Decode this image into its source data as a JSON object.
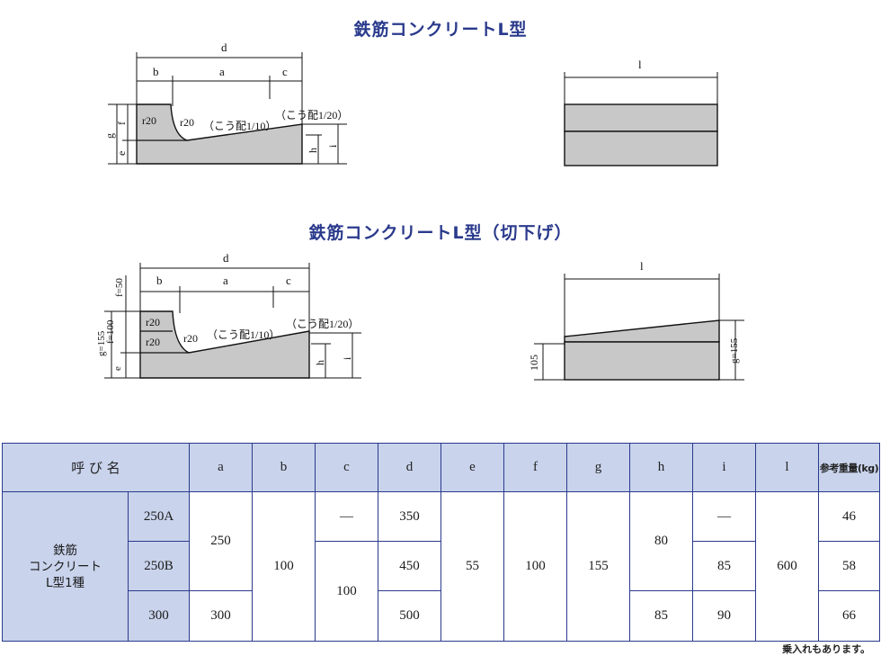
{
  "titles": {
    "main": "鉄筋コンクリートL型",
    "cut": "鉄筋コンクリートL型（切下げ）"
  },
  "diagram1": {
    "d": "d",
    "a": "a",
    "b": "b",
    "c": "c",
    "f": "f",
    "g": "g",
    "e": "e",
    "h": "h",
    "i": "i",
    "l": "l",
    "r1": "r20",
    "r2": "r20",
    "slope1": "（こう配1/10）",
    "slope2": "（こう配1/20）"
  },
  "diagram2": {
    "d": "d",
    "a": "a",
    "b": "b",
    "c": "c",
    "f50": "f=50",
    "f100": "f=100",
    "g155": "g=155",
    "e": "e",
    "h": "h",
    "i": "i",
    "l": "l",
    "side_h": "105",
    "side_g": "g=155",
    "r1": "r20",
    "r2": "r20",
    "r3": "r20",
    "slope1": "（こう配1/10）",
    "slope2": "（こう配1/20）"
  },
  "table": {
    "headers": [
      "呼 び 名",
      "a",
      "b",
      "c",
      "d",
      "e",
      "f",
      "g",
      "h",
      "i",
      "l",
      "参考重量(kg)"
    ],
    "product_name": [
      "鉄筋",
      "コンクリート",
      "L型1種"
    ],
    "rows": [
      {
        "type": "250A",
        "c": "—",
        "d": "350",
        "i": "—",
        "weight": "46"
      },
      {
        "type": "250B",
        "d": "450",
        "i": "85",
        "weight": "58"
      },
      {
        "type": "300",
        "a": "300",
        "d": "500",
        "h": "85",
        "i": "90",
        "weight": "66"
      }
    ],
    "merged": {
      "a_250": "250",
      "b": "100",
      "c_100": "100",
      "e": "55",
      "f": "100",
      "g": "155",
      "h_80": "80",
      "l": "600"
    }
  },
  "note": "乗入れもあります。"
}
